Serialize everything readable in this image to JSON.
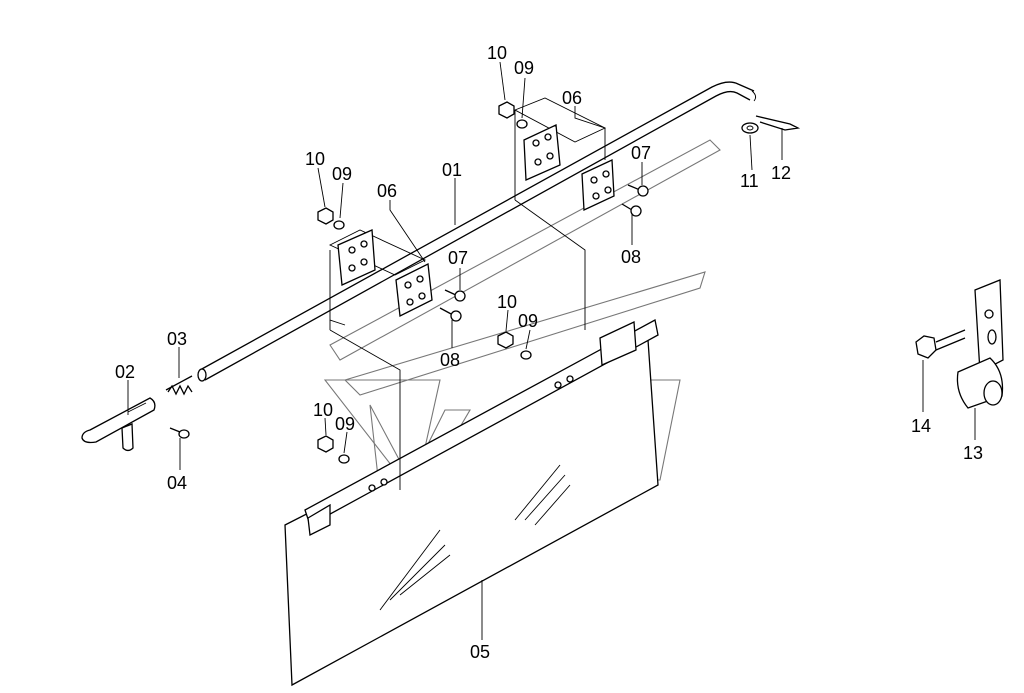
{
  "labels": {
    "p01": "01",
    "p02": "02",
    "p03": "03",
    "p04": "04",
    "p05": "05",
    "p06a": "06",
    "p06b": "06",
    "p07a": "07",
    "p07b": "07",
    "p08a": "08",
    "p08b": "08",
    "p09a": "09",
    "p09b": "09",
    "p09c": "09",
    "p09d": "09",
    "p10a": "10",
    "p10b": "10",
    "p10c": "10",
    "p10d": "10",
    "p11": "11",
    "p12": "12",
    "p13": "13",
    "p14": "14"
  }
}
